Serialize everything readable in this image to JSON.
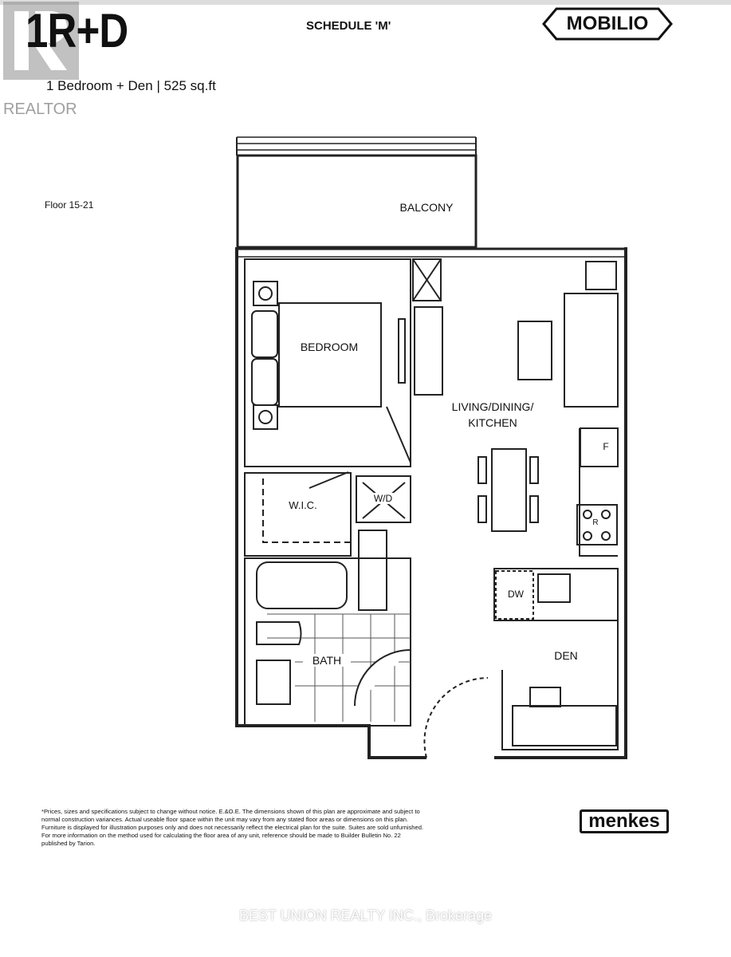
{
  "header": {
    "unit_code": "1R+D",
    "schedule": "SCHEDULE 'M'",
    "brand": "MOBILIO",
    "subtitle": "1 Bedroom + Den  |  525 sq.ft",
    "floor": "Floor 15-21"
  },
  "rooms": {
    "balcony": "BALCONY",
    "bedroom": "BEDROOM",
    "living": "LIVING/DINING/ KITCHEN",
    "wic": "W.I.C.",
    "wd": "W/D",
    "bath": "BATH",
    "fridge": "F",
    "range": "R",
    "dw": "DW",
    "den": "DEN"
  },
  "footer": {
    "disclaimer": "*Prices, sizes and specifications subject to change without notice. E.&O.E. The dimensions shown of this plan are approximate and subject to normal construction variances. Actual useable floor space within the unit may vary from any stated floor areas or dimensions on this plan. Furniture is displayed for illustration purposes only and does not necessarily reflect the electrical plan for the suite. Suites are sold unfurnished. For more information on the method used for calculating the floor area of any unit, reference should be made to Builder Bulletin No. 22 published by Tarion.",
    "developer": "menkes",
    "watermark": "BEST UNION REALTY INC., Brokerage",
    "realtor_logo": "REALTOR"
  }
}
